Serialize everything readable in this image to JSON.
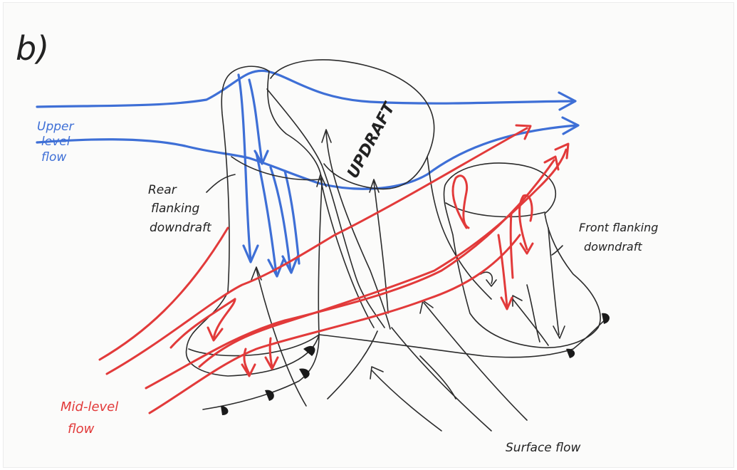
{
  "diagram": {
    "panel_label": "b)",
    "labels": {
      "upper_flow": [
        "Upper",
        "level",
        "flow"
      ],
      "updraft": "UPDRAFT",
      "rear_flanking": [
        "Rear",
        "flanking",
        "downdraft"
      ],
      "front_flanking": [
        "Front flanking",
        "downdraft"
      ],
      "mid_flow": [
        "Mid-level",
        "flow"
      ],
      "surface_flow": "Surface flow"
    },
    "colors": {
      "pencil": "#2b2b2b",
      "blue": "#3e6fd6",
      "red": "#e23a3a",
      "paper": "#fbfbfa"
    }
  }
}
